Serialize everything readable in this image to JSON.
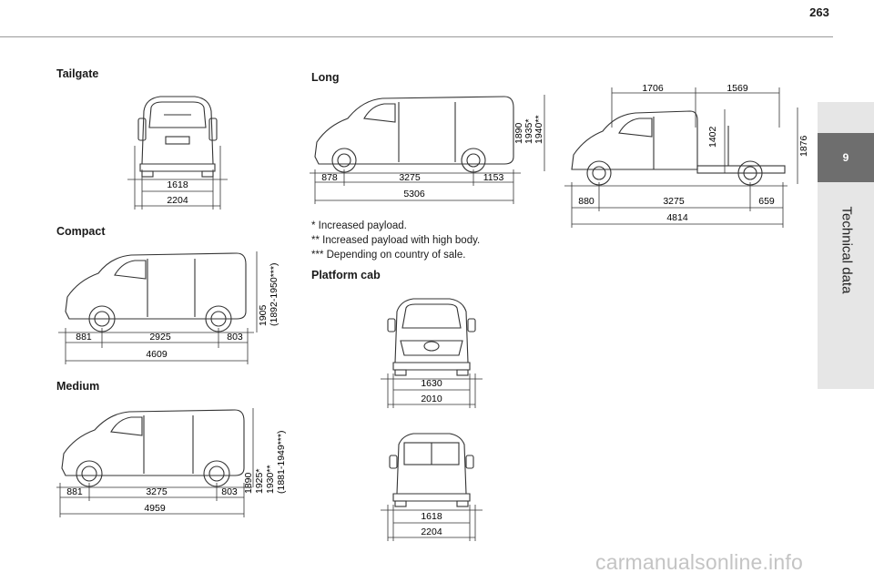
{
  "header": {
    "page_number": "263"
  },
  "side_tab": {
    "chapter_number": "9",
    "chapter_title": "Technical data"
  },
  "tailgate": {
    "title": "Tailgate",
    "dims": [
      "1618",
      "2204"
    ]
  },
  "compact": {
    "title": "Compact",
    "dims": [
      "881",
      "2925",
      "803",
      "4609"
    ],
    "heights": [
      "1905",
      "(1892-1950***)"
    ]
  },
  "medium": {
    "title": "Medium",
    "dims": [
      "881",
      "3275",
      "803",
      "4959"
    ],
    "heights": [
      "1890",
      "1925*",
      "1930**",
      "(1881-1949***)"
    ]
  },
  "long": {
    "title": "Long",
    "dims": [
      "878",
      "3275",
      "1153",
      "5306"
    ],
    "heights": [
      "1890",
      "1935*",
      "1940**"
    ]
  },
  "footnotes": [
    "* Increased payload.",
    "** Increased payload with high body.",
    "*** Depending on country of sale."
  ],
  "platform_cab": {
    "title": "Platform cab",
    "front_dims": [
      "1630",
      "2010"
    ],
    "rear_dims": [
      "1618",
      "2204"
    ]
  },
  "platform_side": {
    "top_dims": [
      "1706",
      "1569"
    ],
    "heights": [
      "1402",
      "1876"
    ],
    "dims": [
      "880",
      "3275",
      "659",
      "4814"
    ]
  },
  "watermark": "carmanualsonline.info"
}
